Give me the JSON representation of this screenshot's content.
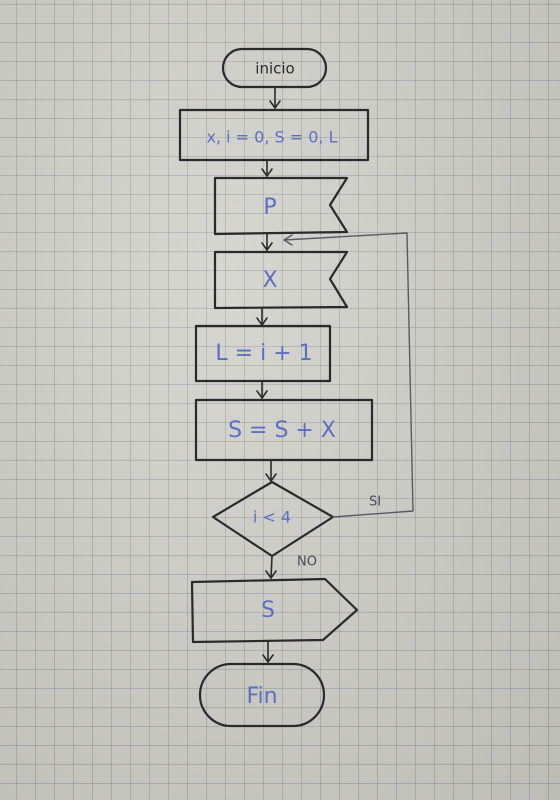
{
  "nodes": {
    "start": "inicio",
    "declare": "x, i = 0, S = 0, L",
    "input_p": "P",
    "input_x": "X",
    "process_l": "L = i + 1",
    "process_s": "S = S + X",
    "decision": "i < 4",
    "output_s": "S",
    "end": "Fin"
  },
  "edges": {
    "yes_label": "SI",
    "no_label": "NO"
  }
}
